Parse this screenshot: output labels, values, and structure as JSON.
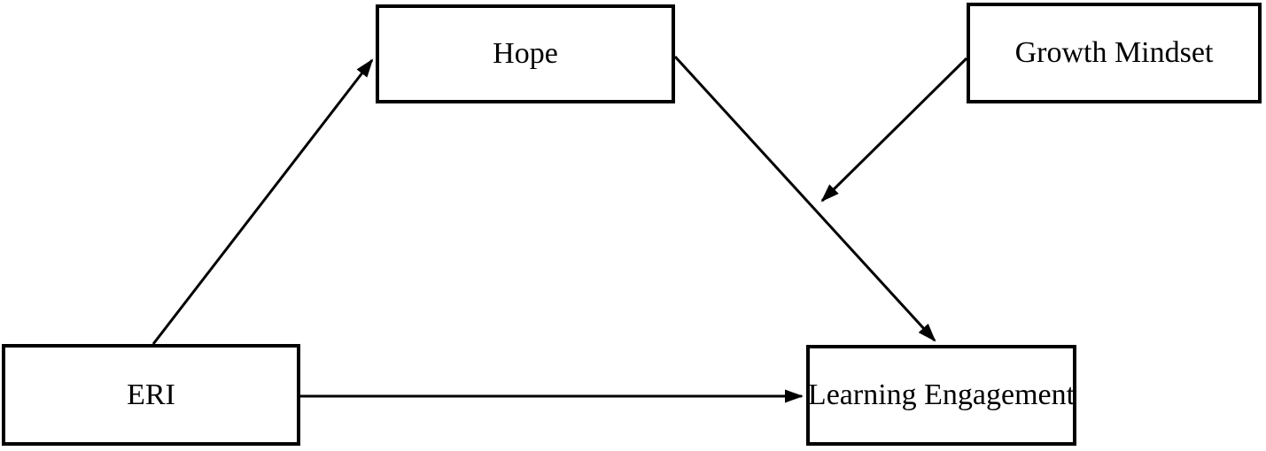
{
  "diagram": {
    "type": "path-model",
    "nodes": {
      "hope": {
        "label": "Hope"
      },
      "growth_mindset": {
        "label": "Growth Mindset"
      },
      "eri": {
        "label": "ERI"
      },
      "learning_engagement": {
        "label": "Learning Engagement"
      }
    },
    "edges": [
      {
        "from": "ERI",
        "to": "Hope",
        "style": "arrow"
      },
      {
        "from": "Hope",
        "to": "Learning Engagement",
        "style": "arrow"
      },
      {
        "from": "Growth Mindset",
        "to": "Hope-Learning Engagement path",
        "style": "arrow"
      },
      {
        "from": "ERI",
        "to": "Learning Engagement",
        "style": "arrow"
      }
    ],
    "colors": {
      "background": "#ffffff",
      "box_fill": "#ffffff",
      "box_border": "#000000",
      "arrow": "#000000",
      "text": "#000000"
    }
  }
}
